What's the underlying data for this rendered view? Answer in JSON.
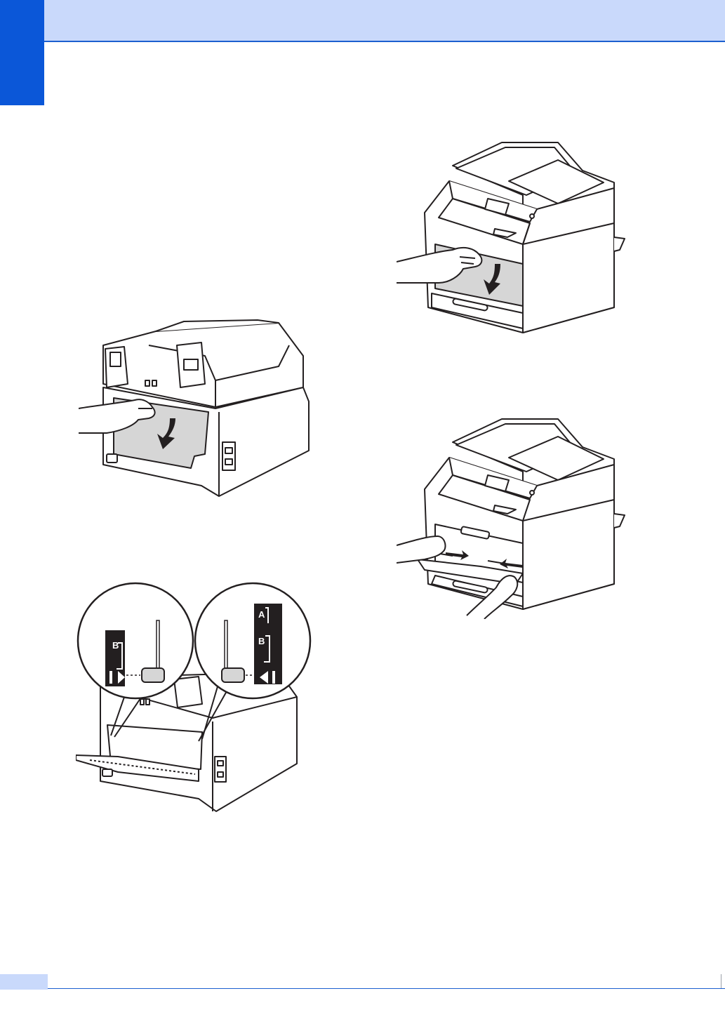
{
  "page": {
    "accent_color": "#0b57d8",
    "header_color": "#c9d9fb",
    "line_color": "#1c5fcf"
  },
  "illustrations": [
    {
      "name": "printer-front-open-front-cover",
      "kind": "illustration"
    },
    {
      "name": "printer-back-open-back-cover",
      "kind": "illustration"
    },
    {
      "name": "printer-front-pull-out-tray",
      "kind": "illustration"
    },
    {
      "name": "printer-back-fuser-levers",
      "kind": "illustration"
    }
  ],
  "callouts": {
    "left_label": "B",
    "right_label_top": "A",
    "right_label_bottom": "B"
  }
}
